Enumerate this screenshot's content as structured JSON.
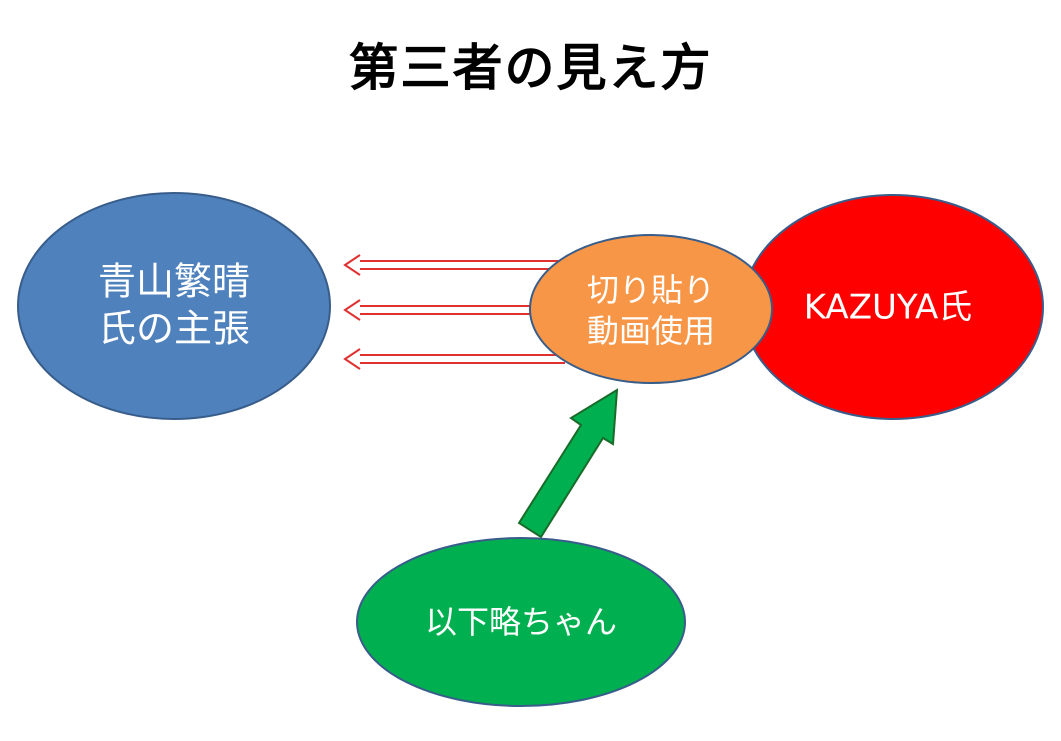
{
  "title": "第三者の見え方",
  "nodes": {
    "aoyama": {
      "line1": "青山繁晴",
      "line2": "氏の主張",
      "color": "#4f81bd"
    },
    "kazuya": {
      "label": "KAZUYA氏",
      "color": "#ff0000"
    },
    "clip": {
      "line1": "切り貼り",
      "line2": "動画使用",
      "color": "#f79646"
    },
    "ika": {
      "label": "以下略ちゃん",
      "color": "#00b050"
    }
  },
  "colors": {
    "outline": "#385d8a",
    "red_arrow": "#e03030",
    "green_arrow": "#00b050",
    "green_arrow_outline": "#1a6b2a"
  }
}
